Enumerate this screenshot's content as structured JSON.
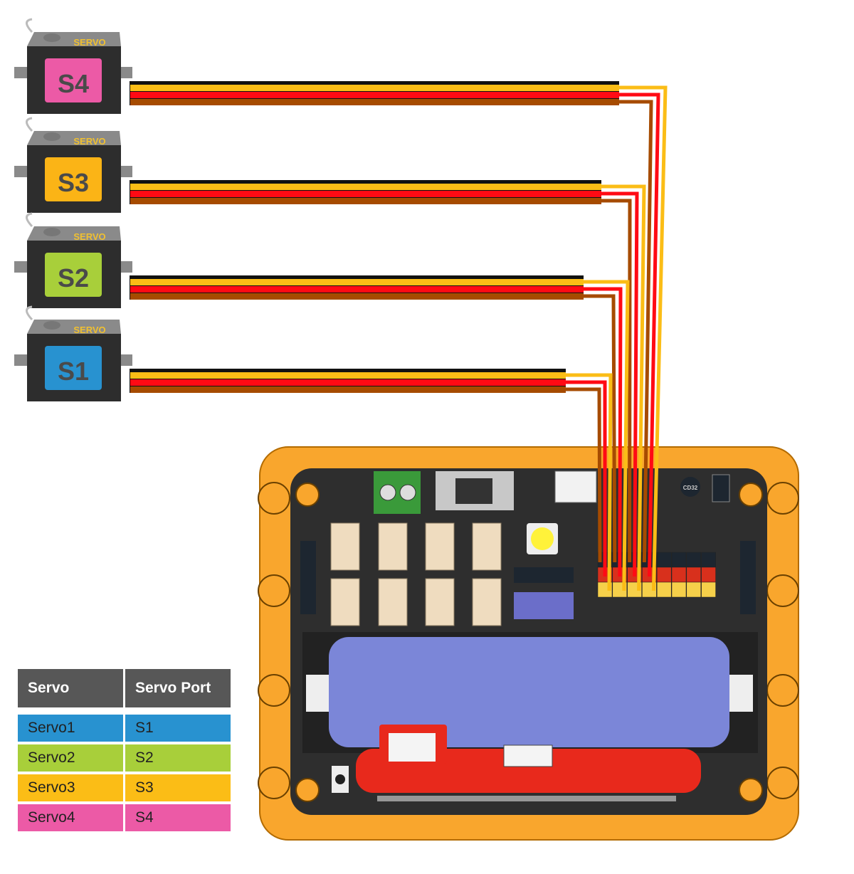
{
  "servos": [
    {
      "label": "S4",
      "brand": "SERVO",
      "color": "#ec5aa6",
      "port_index": 4
    },
    {
      "label": "S3",
      "brand": "SERVO",
      "color": "#fbb416",
      "port_index": 3
    },
    {
      "label": "S2",
      "brand": "SERVO",
      "color": "#a8cf3a",
      "port_index": 2
    },
    {
      "label": "S1",
      "brand": "SERVO",
      "color": "#2892d0",
      "port_index": 1
    }
  ],
  "wire_colors": {
    "signal": "#fbbd16",
    "power": "#ff0a14",
    "ground": "#a64b00"
  },
  "board": {
    "chip_label": "CD32",
    "frame_color": "#f9a62d",
    "battery_color": "#7b86d8"
  },
  "table": {
    "headers": [
      "Servo",
      "Servo Port"
    ],
    "rows": [
      {
        "servo": "Servo1",
        "port": "S1",
        "color": "#2892d0"
      },
      {
        "servo": "Servo2",
        "port": "S2",
        "color": "#a8cf3a"
      },
      {
        "servo": "Servo3",
        "port": "S3",
        "color": "#fbbd16"
      },
      {
        "servo": "Servo4",
        "port": "S4",
        "color": "#ec5aa6"
      }
    ]
  }
}
